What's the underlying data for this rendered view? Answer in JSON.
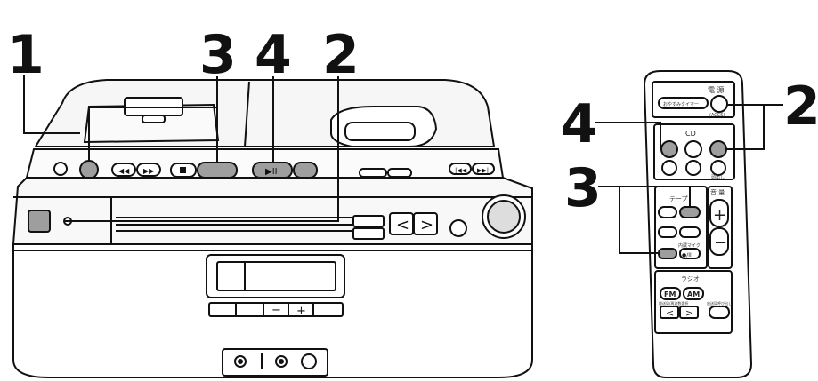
{
  "callouts": {
    "main_1": "1",
    "main_3": "3",
    "main_4": "4",
    "main_2": "2",
    "remote_4": "4",
    "remote_2": "2",
    "remote_3": "3"
  },
  "unit": {
    "tuning_minus": "−",
    "tuning_plus": "+",
    "arrow_left": "<",
    "arrow_right": ">"
  },
  "remote": {
    "power_label": "電 源",
    "timer_label": "おやすみタイマー",
    "acc_label": "(ACCS)",
    "cd_label": "CD",
    "repeat_label": "頭出し",
    "tape_label": "テープ",
    "volume_label": "音 量",
    "vol_plus": "+",
    "vol_minus": "−",
    "mic_label": "内蔵マイク",
    "radio_label": "ラジオ",
    "fm_label": "FM",
    "am_label": "AM",
    "preset_label": "放送局/周波数選択",
    "memory_label": "放送局呼び出し",
    "arrow_left": "<",
    "arrow_right": ">",
    "rec_pause": "●/II"
  },
  "colors": {
    "line": "#111111",
    "body_fill": "#f4f4f4",
    "highlight": "#9e9e9e",
    "dark": "#222222"
  }
}
